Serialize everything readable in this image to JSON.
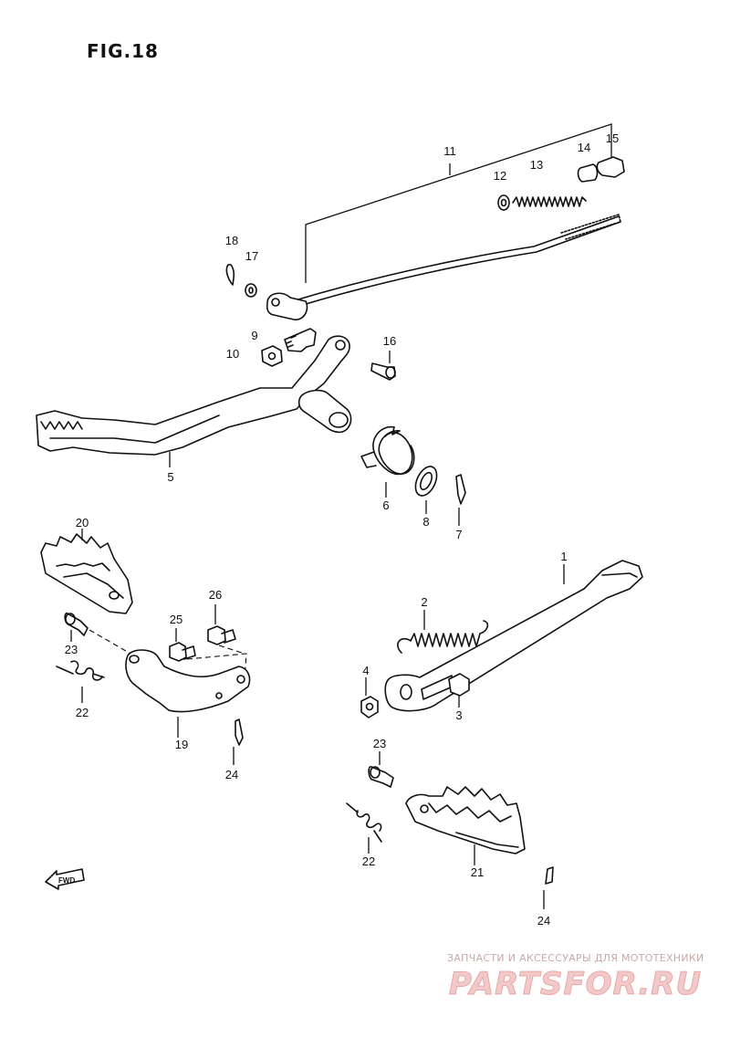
{
  "figure_title": "FIG.18",
  "parts": {
    "p1": "1",
    "p2": "2",
    "p3": "3",
    "p4": "4",
    "p5": "5",
    "p6": "6",
    "p7": "7",
    "p8": "8",
    "p9": "9",
    "p10": "10",
    "p11": "11",
    "p12": "12",
    "p13": "13",
    "p14": "14",
    "p15": "15",
    "p16": "16",
    "p17": "17",
    "p18": "18",
    "p19": "19",
    "p20": "20",
    "p21": "21",
    "p22a": "22",
    "p22b": "22",
    "p23a": "23",
    "p23b": "23",
    "p24a": "24",
    "p24b": "24",
    "p25": "25",
    "p26": "26"
  },
  "fwd_label": "FWD",
  "watermark": {
    "top_text": "ЗАПЧАСТИ И АКСЕССУАРЫ ДЛЯ МОТОТЕХНИКИ",
    "main_text": "PARTSFOR.RU"
  }
}
